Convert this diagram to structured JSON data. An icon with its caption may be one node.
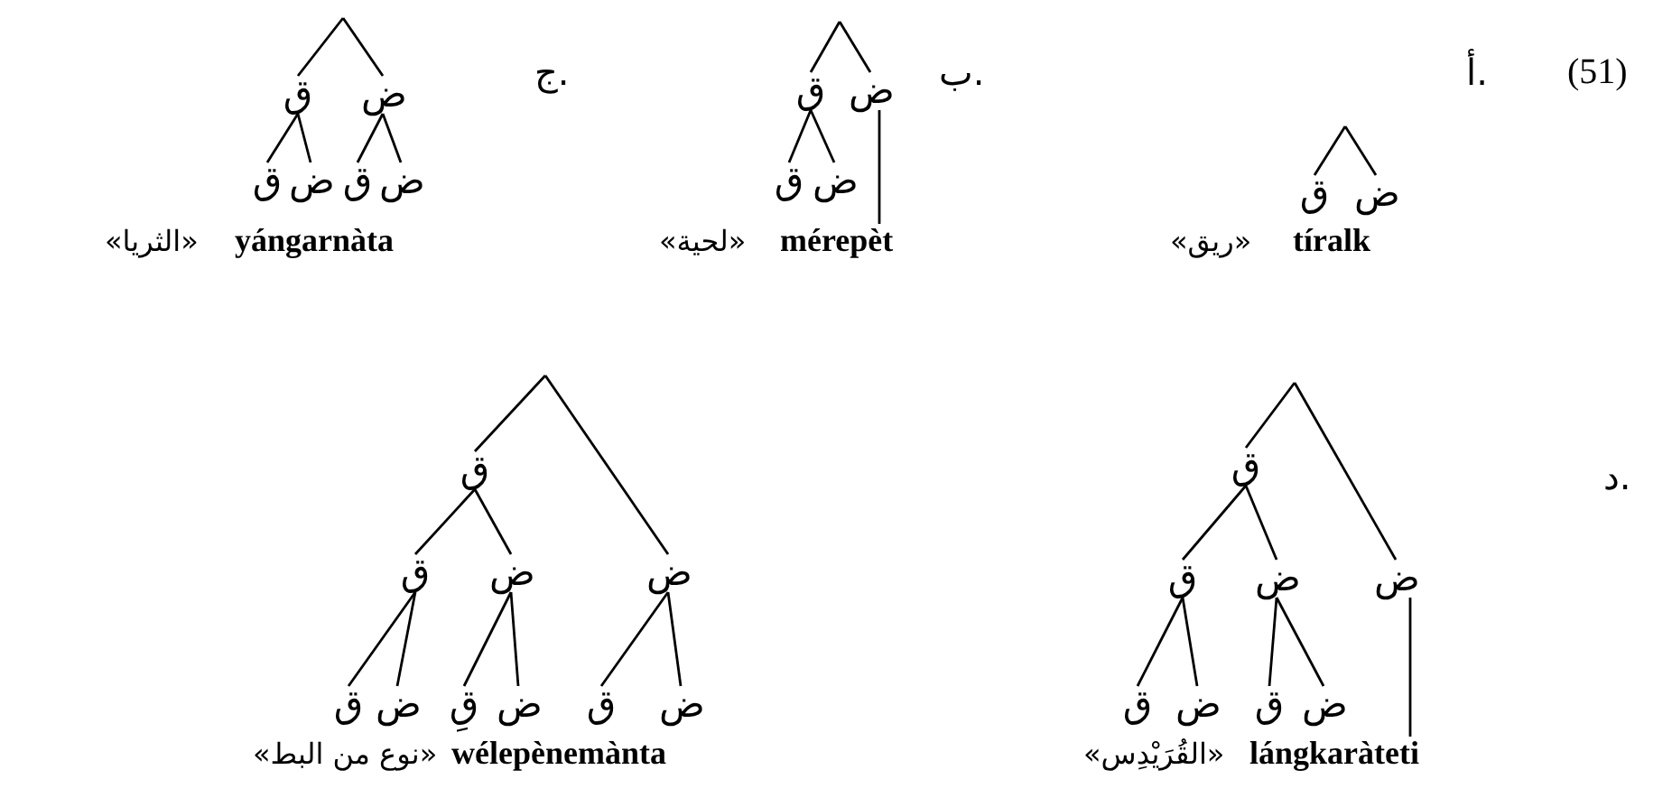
{
  "diagram": {
    "nodes": [
      {
        "text": [
          "ق"
        ]
      },
      {
        "text": [
          "ض"
        ]
      },
      {
        "text": [
          "ق"
        ]
      },
      {
        "text": [
          "ض"
        ]
      },
      {
        "text": [
          "ق"
        ]
      },
      {
        "text": [
          "ض"
        ]
      },
      {
        "text": [
          "mérepèt"
        ]
      },
      {
        "text": [
          "ق"
        ]
      },
      {
        "text": [
          "ض"
        ]
      },
      {
        "text": [
          "ق"
        ]
      },
      {
        "text": [
          "ض"
        ]
      },
      {
        "text": [
          "ق"
        ]
      },
      {
        "text": [
          "ض"
        ]
      },
      {
        "text": [
          "ق"
        ]
      },
      {
        "text": [
          "ق"
        ]
      },
      {
        "text": [
          "ض"
        ]
      },
      {
        "text": [
          "ض"
        ]
      },
      {
        "text": [
          "ق"
        ]
      },
      {
        "text": [
          "ض"
        ]
      },
      {
        "text": [
          "ق"
        ]
      },
      {
        "text": [
          "ض"
        ]
      },
      {
        "text": [
          "lángkaràteti"
        ]
      },
      {
        "text": [
          "ق"
        ]
      },
      {
        "text": [
          "ق"
        ]
      },
      {
        "text": [
          "ض"
        ]
      },
      {
        "text": [
          "ض"
        ]
      },
      {
        "text": [
          "ق"
        ]
      },
      {
        "text": [
          "ض"
        ]
      },
      {
        "text": [
          "قِ"
        ]
      },
      {
        "text": [
          "ض"
        ]
      },
      {
        "text": [
          "ق"
        ]
      },
      {
        "text": [
          "ض"
        ]
      }
    ],
    "edges": [
      {
        "from": null,
        "to": 0,
        "arrow": "none"
      },
      {
        "from": null,
        "to": 1,
        "arrow": "none"
      },
      {
        "from": null,
        "to": 2,
        "arrow": "none"
      },
      {
        "from": null,
        "to": 3,
        "arrow": "none"
      },
      {
        "from": 2,
        "to": 4,
        "arrow": "none"
      },
      {
        "from": 2,
        "to": 5,
        "arrow": "none"
      },
      {
        "from": 3,
        "to": 6,
        "arrow": "none"
      },
      {
        "from": null,
        "to": 7,
        "arrow": "none"
      },
      {
        "from": null,
        "to": 8,
        "arrow": "none"
      },
      {
        "from": 7,
        "to": 9,
        "arrow": "none"
      },
      {
        "from": 7,
        "to": 10,
        "arrow": "none"
      },
      {
        "from": 8,
        "to": 11,
        "arrow": "none"
      },
      {
        "from": 8,
        "to": 12,
        "arrow": "none"
      },
      {
        "from": null,
        "to": 13,
        "arrow": "none"
      },
      {
        "from": null,
        "to": 16,
        "arrow": "none"
      },
      {
        "from": 13,
        "to": 14,
        "arrow": "none"
      },
      {
        "from": 13,
        "to": 15,
        "arrow": "none"
      },
      {
        "from": 14,
        "to": 17,
        "arrow": "none"
      },
      {
        "from": 14,
        "to": 18,
        "arrow": "none"
      },
      {
        "from": 15,
        "to": 19,
        "arrow": "none"
      },
      {
        "from": 15,
        "to": 20,
        "arrow": "none"
      },
      {
        "from": 16,
        "to": 21,
        "arrow": "none"
      },
      {
        "from": null,
        "to": 22,
        "arrow": "none"
      },
      {
        "from": null,
        "to": 25,
        "arrow": "none"
      },
      {
        "from": 22,
        "to": 23,
        "arrow": "none"
      },
      {
        "from": 22,
        "to": 24,
        "arrow": "none"
      },
      {
        "from": 23,
        "to": 26,
        "arrow": "none"
      },
      {
        "from": 23,
        "to": 27,
        "arrow": "none"
      },
      {
        "from": 24,
        "to": 28,
        "arrow": "none"
      },
      {
        "from": 24,
        "to": 29,
        "arrow": "none"
      },
      {
        "from": 25,
        "to": 30,
        "arrow": "none"
      },
      {
        "from": 25,
        "to": 31,
        "arrow": "none"
      }
    ],
    "labels": [
      "(51)",
      "أ.",
      "tíralk",
      "«ريق»",
      "ب.",
      "«لحية»",
      "ج.",
      "yángarnàta",
      "«الثريا»",
      "د.",
      "«القُرَيْدِس»",
      "wélepènemànta",
      "«نوع من البط»"
    ]
  }
}
